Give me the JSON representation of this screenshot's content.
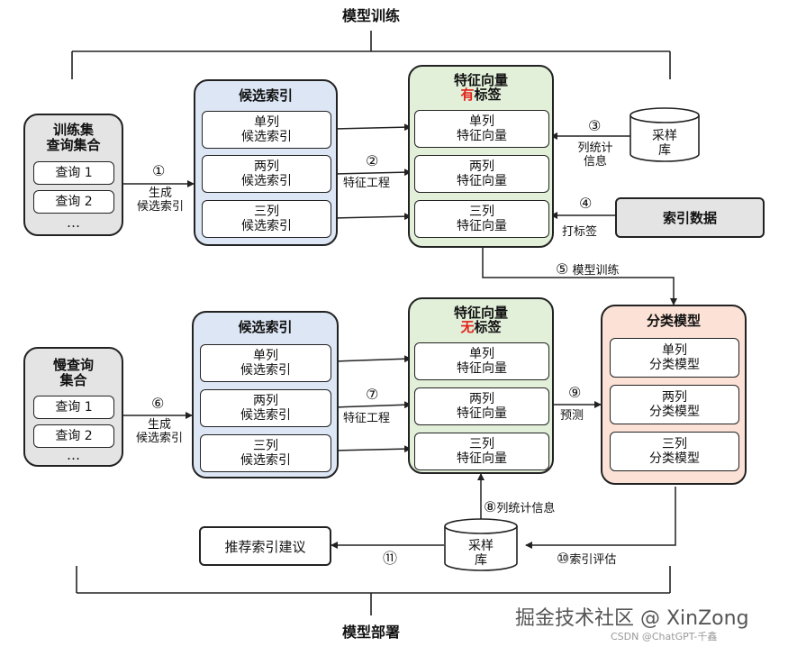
{
  "section_titles": {
    "training": "模型训练",
    "deployment": "模型部署"
  },
  "training": {
    "query_set": {
      "title_line1": "训练集",
      "title_line2": "查询集合",
      "items": [
        "查询 1",
        "查询 2"
      ],
      "more": "…"
    },
    "candidate_index": {
      "title": "候选索引",
      "items": [
        [
          "单列",
          "候选索引"
        ],
        [
          "两列",
          "候选索引"
        ],
        [
          "三列",
          "候选索引"
        ]
      ]
    },
    "feature_vectors": {
      "title": "特征向量",
      "tag_highlight": "有",
      "tag_rest": "标签",
      "items": [
        [
          "单列",
          "特征向量"
        ],
        [
          "两列",
          "特征向量"
        ],
        [
          "三列",
          "特征向量"
        ]
      ]
    },
    "sample_db": [
      "采样",
      "库"
    ],
    "index_data": "索引数据",
    "steps": {
      "s1_num": "①",
      "s1_label": [
        "生成",
        "候选索引"
      ],
      "s2_num": "②",
      "s2_label": "特征工程",
      "s3_num": "③",
      "s3_label": [
        "列统计",
        "信息"
      ],
      "s4_num": "④",
      "s4_label": "打标签",
      "s5_num": "⑤",
      "s5_label": "模型训练"
    }
  },
  "deployment": {
    "query_set": {
      "title_line1": "慢查询",
      "title_line2": "集合",
      "items": [
        "查询 1",
        "查询 2"
      ],
      "more": "…"
    },
    "candidate_index": {
      "title": "候选索引",
      "items": [
        [
          "单列",
          "候选索引"
        ],
        [
          "两列",
          "候选索引"
        ],
        [
          "三列",
          "候选索引"
        ]
      ]
    },
    "feature_vectors": {
      "title": "特征向量",
      "tag_highlight": "无",
      "tag_rest": "标签",
      "items": [
        [
          "单列",
          "特征向量"
        ],
        [
          "两列",
          "特征向量"
        ],
        [
          "三列",
          "特征向量"
        ]
      ]
    },
    "classifier": {
      "title": "分类模型",
      "items": [
        [
          "单列",
          "分类模型"
        ],
        [
          "两列",
          "分类模型"
        ],
        [
          "三列",
          "分类模型"
        ]
      ]
    },
    "sample_db": [
      "采样",
      "库"
    ],
    "recommend": "推荐索引建议",
    "steps": {
      "s6_num": "⑥",
      "s6_label": [
        "生成",
        "候选索引"
      ],
      "s7_num": "⑦",
      "s7_label": "特征工程",
      "s8_num": "⑧",
      "s8_label": "列统计信息",
      "s9_num": "⑨",
      "s9_label": "预测",
      "s10_num": "⑩",
      "s10_label": "索引评估",
      "s11_num": "⑪"
    }
  },
  "watermark": {
    "main": "掘金技术社区 @ XinZong",
    "sub": "CSDN @ChatGPT-千鑫"
  },
  "colors": {
    "gray_fill": "#e4e4e4",
    "blue_fill": "#dce6f4",
    "green_fill": "#e2efd9",
    "peach_fill": "#fbe1d6",
    "highlight": "#e2231a"
  }
}
